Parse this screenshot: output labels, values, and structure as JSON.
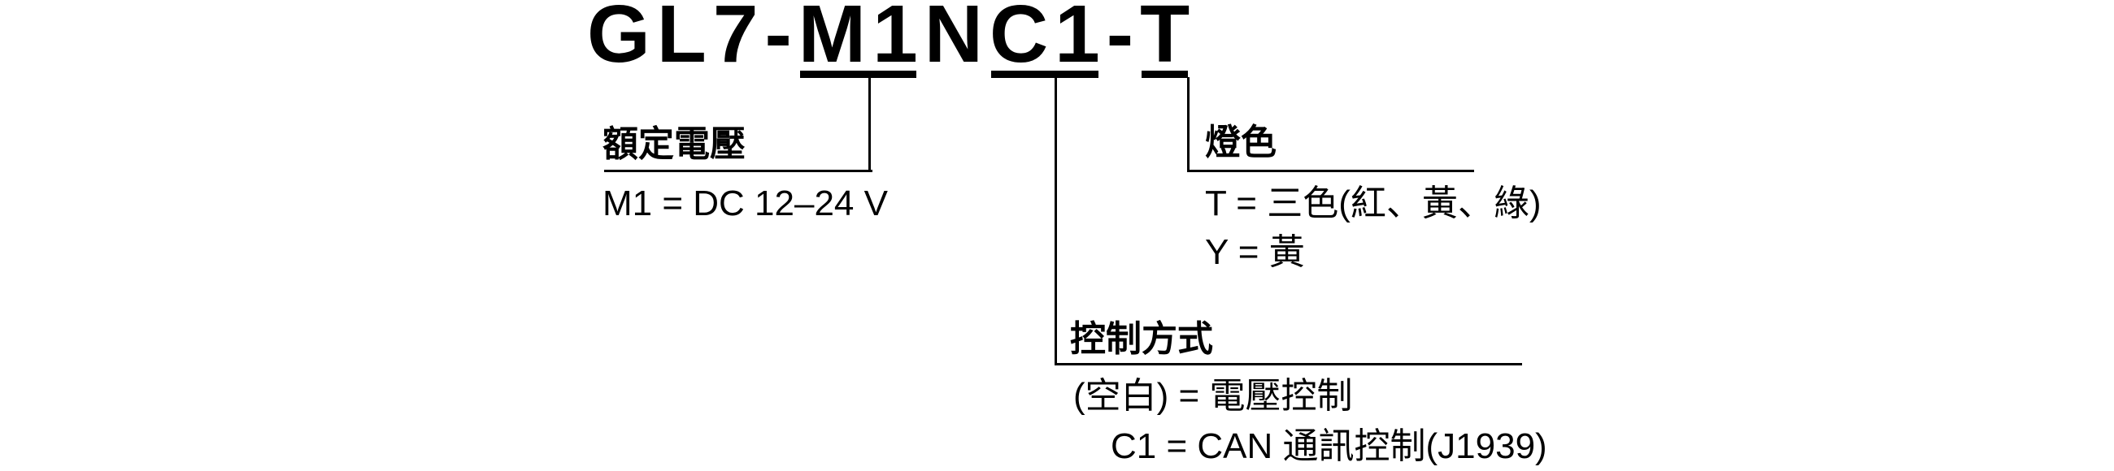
{
  "model_code": {
    "full": "GL7-M1NC1-T",
    "segments": [
      {
        "text": "GL7-",
        "underlined": false
      },
      {
        "text": "M1",
        "underlined": true
      },
      {
        "text": "N",
        "underlined": false
      },
      {
        "text": "C1",
        "underlined": true
      },
      {
        "text": "-",
        "underlined": false
      },
      {
        "text": "T",
        "underlined": true
      }
    ]
  },
  "callouts": {
    "rated_voltage": {
      "label": "額定電壓",
      "items": [
        "M1 = DC 12–24 V"
      ]
    },
    "lamp_color": {
      "label": "燈色",
      "items": [
        "T = 三色(紅、黃、綠)",
        "Y = 黃"
      ]
    },
    "control_method": {
      "label": "控制方式",
      "items": [
        "(空白) = 電壓控制",
        "C1 = CAN 通訊控制(J1939)"
      ]
    }
  },
  "colors": {
    "ink": "#000000",
    "background": "#ffffff"
  }
}
